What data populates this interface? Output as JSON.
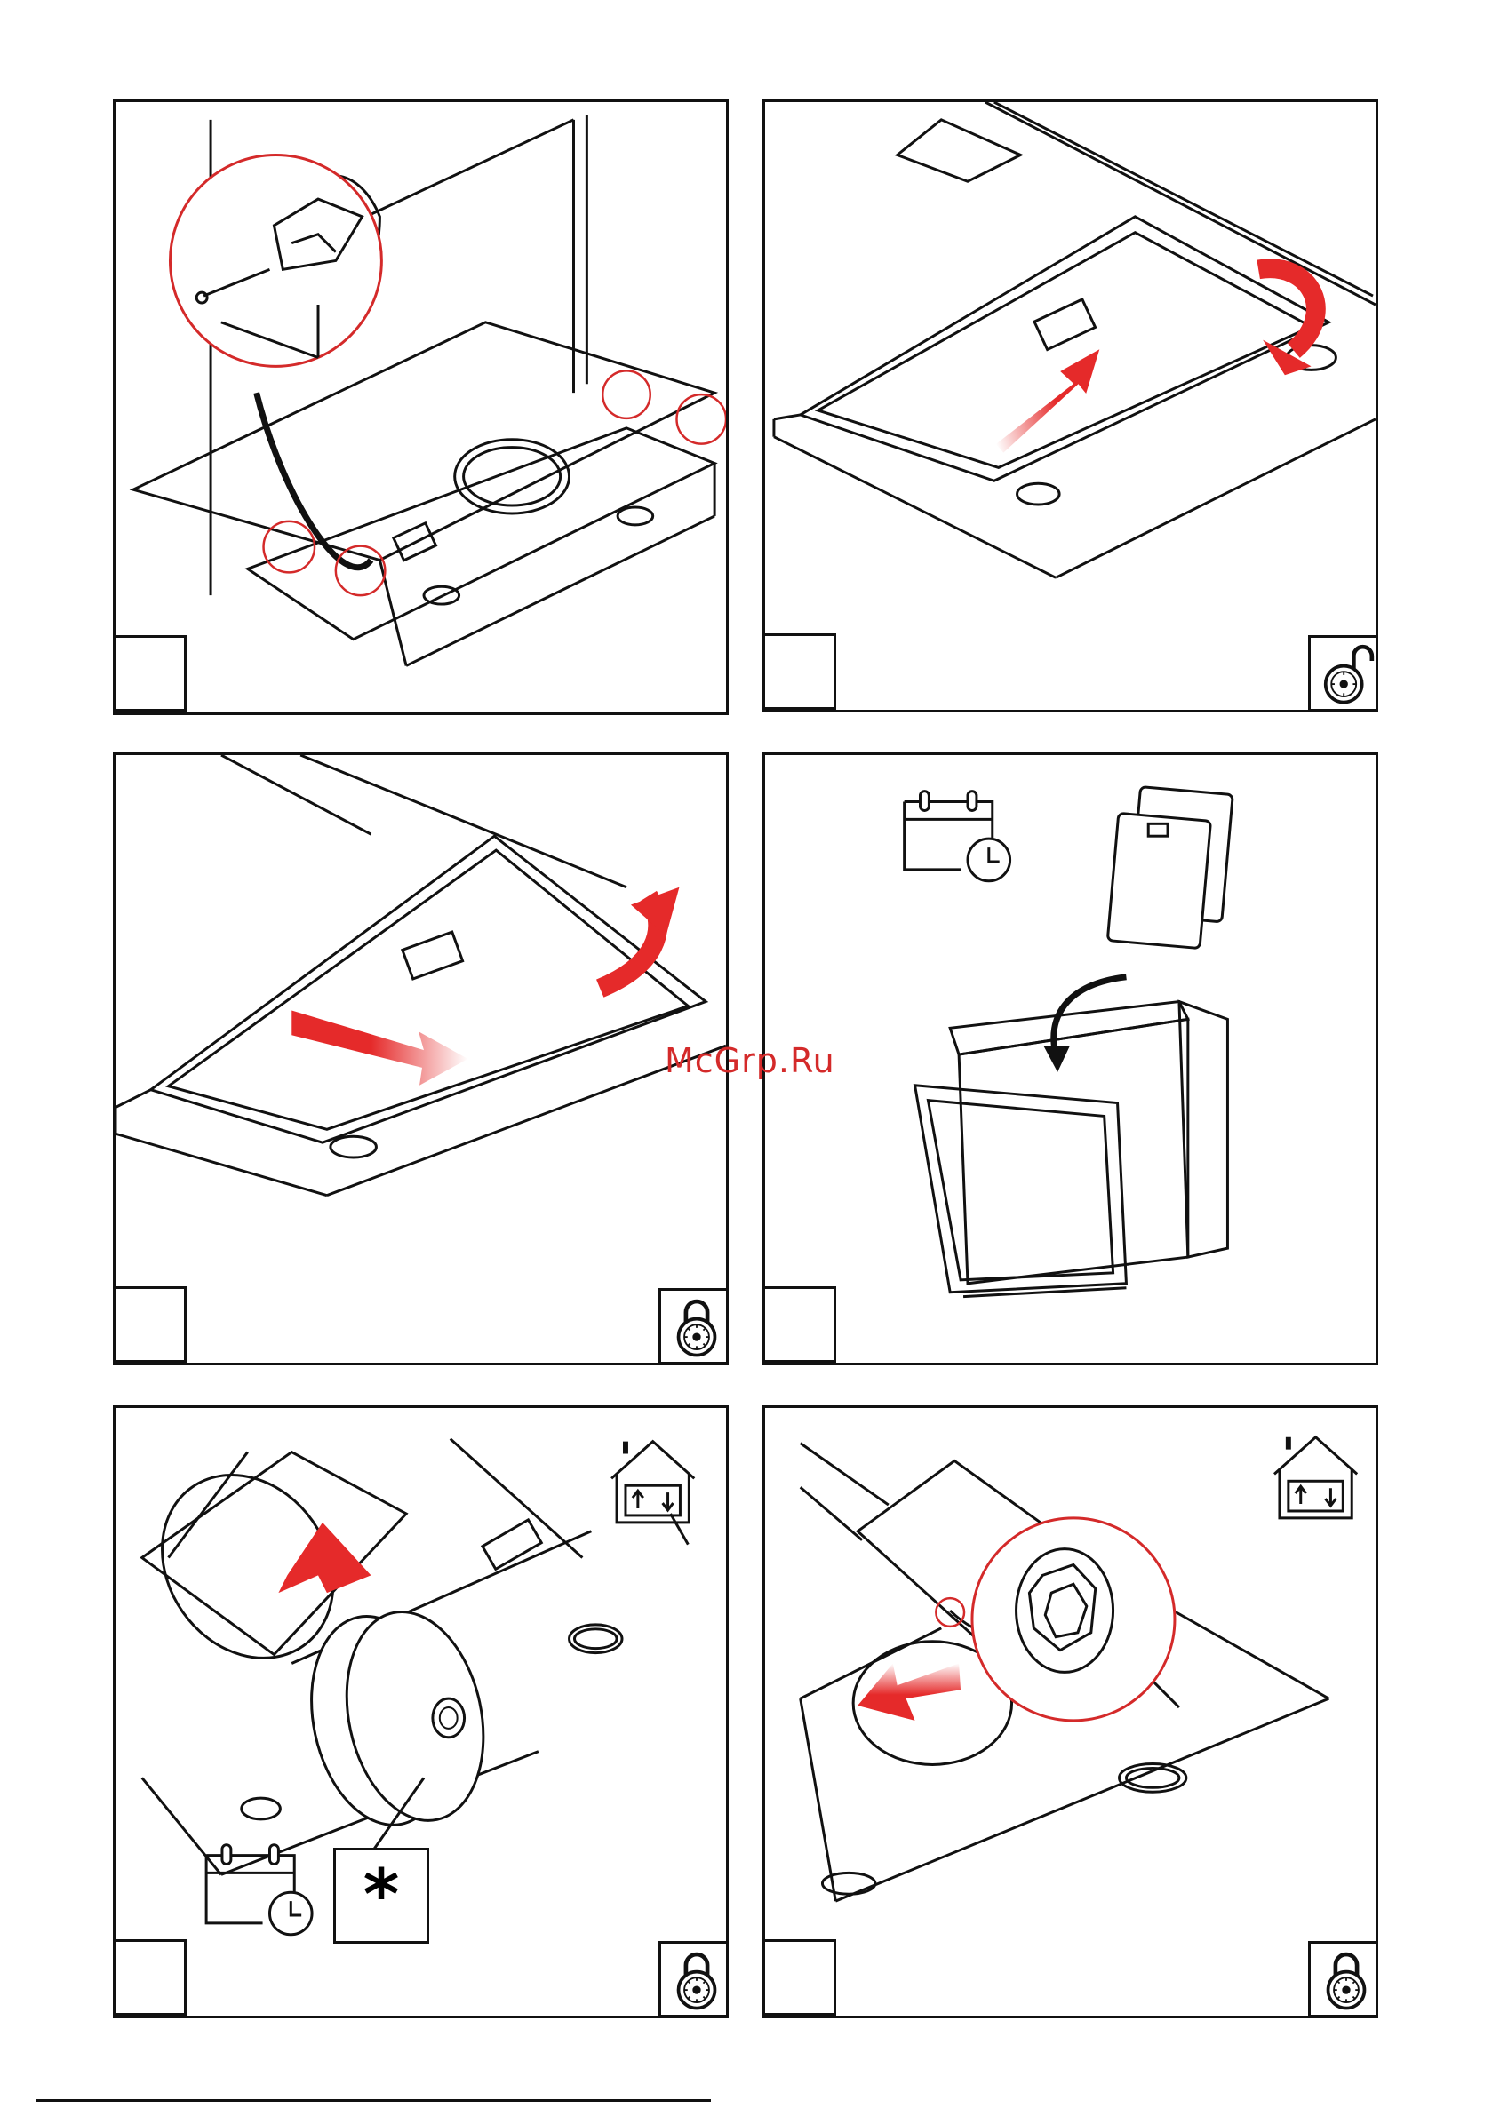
{
  "watermark": "McGrp.Ru",
  "callout_symbol": "*",
  "colors": {
    "accent": "#e52a2a",
    "line": "#111111"
  },
  "panels": [
    {
      "id": 1,
      "icons": []
    },
    {
      "id": 2,
      "icons": [
        "padlock-unlocked-icon"
      ]
    },
    {
      "id": 3,
      "icons": [
        "padlock-locked-icon"
      ]
    },
    {
      "id": 4,
      "icons": [
        "calendar-clock-icon",
        "dishwasher-icon"
      ]
    },
    {
      "id": 5,
      "icons": [
        "house-recirculation-icon",
        "calendar-clock-icon",
        "padlock-locked-icon"
      ]
    },
    {
      "id": 6,
      "icons": [
        "house-recirculation-icon",
        "padlock-locked-icon"
      ]
    }
  ]
}
